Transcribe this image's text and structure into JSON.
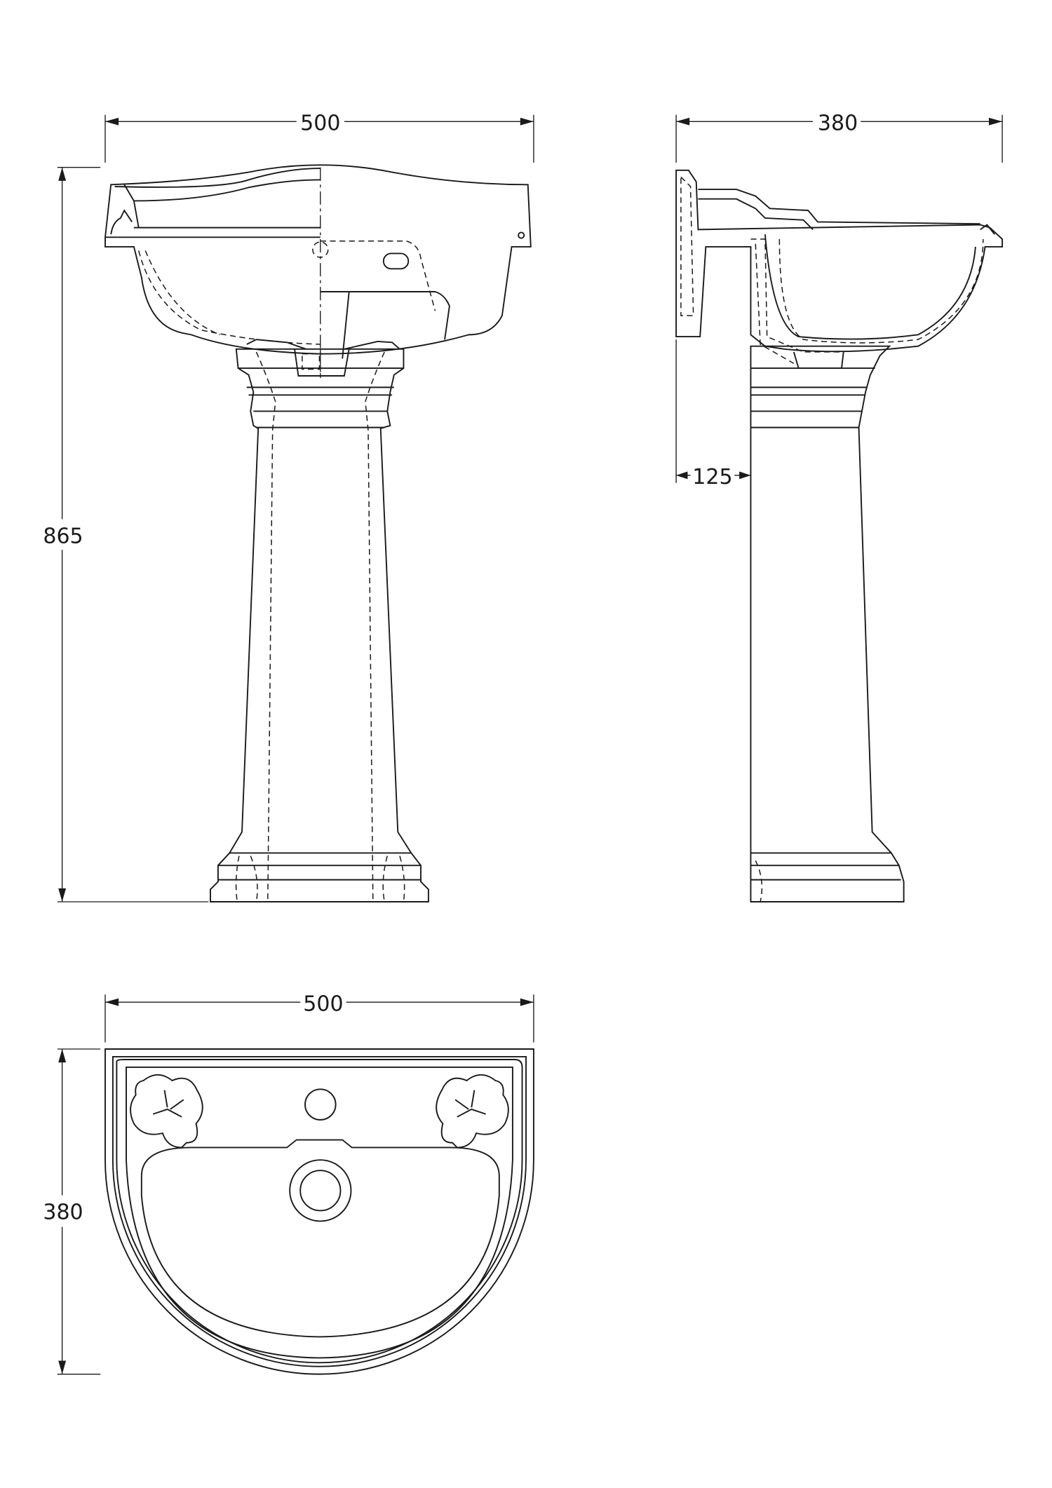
{
  "drawing": {
    "front_view": {
      "width_label": "500",
      "height_label": "865"
    },
    "side_view": {
      "depth_label": "380",
      "wall_offset_label": "125"
    },
    "top_view": {
      "width_label": "500",
      "depth_label": "380"
    }
  },
  "colors": {
    "line": "#1a1a1a",
    "background": "#ffffff"
  }
}
